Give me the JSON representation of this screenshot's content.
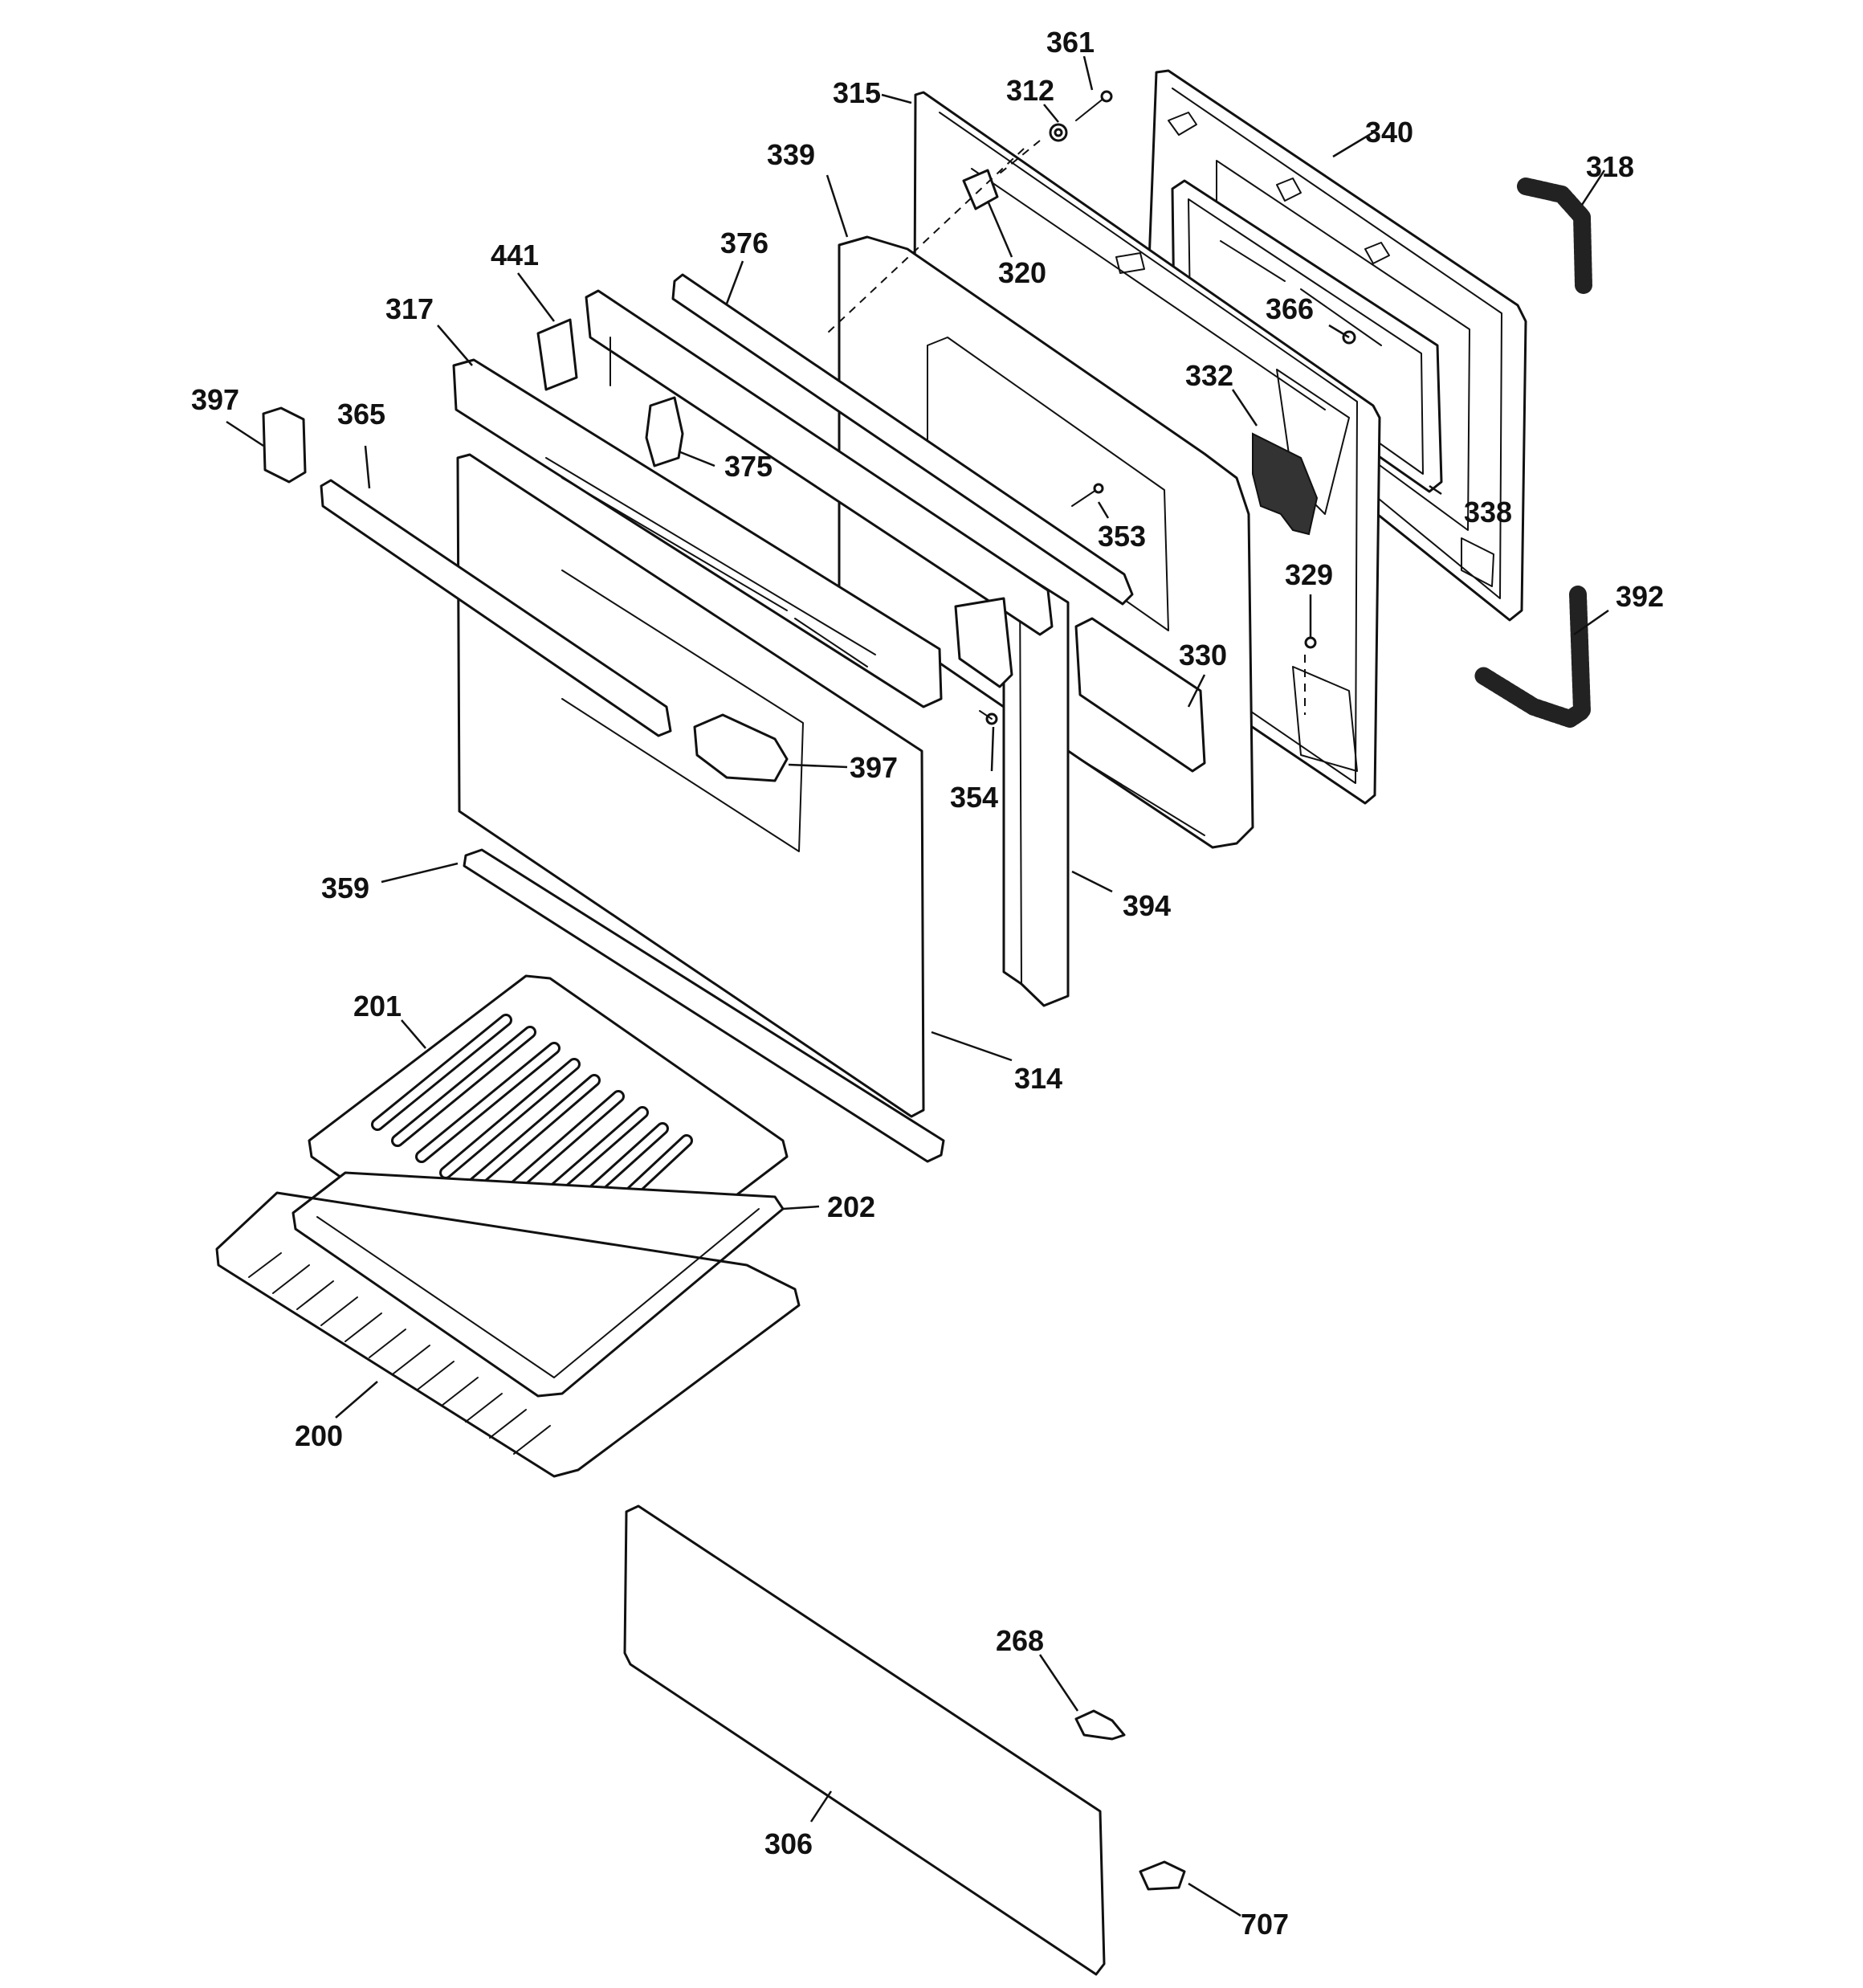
{
  "diagram": {
    "callouts": [
      {
        "id": "c361",
        "label": "361"
      },
      {
        "id": "c312",
        "label": "312"
      },
      {
        "id": "c315",
        "label": "315"
      },
      {
        "id": "c340",
        "label": "340"
      },
      {
        "id": "c318",
        "label": "318"
      },
      {
        "id": "c339",
        "label": "339"
      },
      {
        "id": "c320",
        "label": "320"
      },
      {
        "id": "c376",
        "label": "376"
      },
      {
        "id": "c441",
        "label": "441"
      },
      {
        "id": "c366",
        "label": "366"
      },
      {
        "id": "c317",
        "label": "317"
      },
      {
        "id": "c332",
        "label": "332"
      },
      {
        "id": "c397a",
        "label": "397"
      },
      {
        "id": "c365",
        "label": "365"
      },
      {
        "id": "c375",
        "label": "375"
      },
      {
        "id": "c338",
        "label": "338"
      },
      {
        "id": "c353",
        "label": "353"
      },
      {
        "id": "c329",
        "label": "329"
      },
      {
        "id": "c392",
        "label": "392"
      },
      {
        "id": "c330",
        "label": "330"
      },
      {
        "id": "c397b",
        "label": "397"
      },
      {
        "id": "c354",
        "label": "354"
      },
      {
        "id": "c359",
        "label": "359"
      },
      {
        "id": "c394",
        "label": "394"
      },
      {
        "id": "c201",
        "label": "201"
      },
      {
        "id": "c314",
        "label": "314"
      },
      {
        "id": "c202",
        "label": "202"
      },
      {
        "id": "c200",
        "label": "200"
      },
      {
        "id": "c268",
        "label": "268"
      },
      {
        "id": "c306",
        "label": "306"
      },
      {
        "id": "c707",
        "label": "707"
      }
    ]
  }
}
